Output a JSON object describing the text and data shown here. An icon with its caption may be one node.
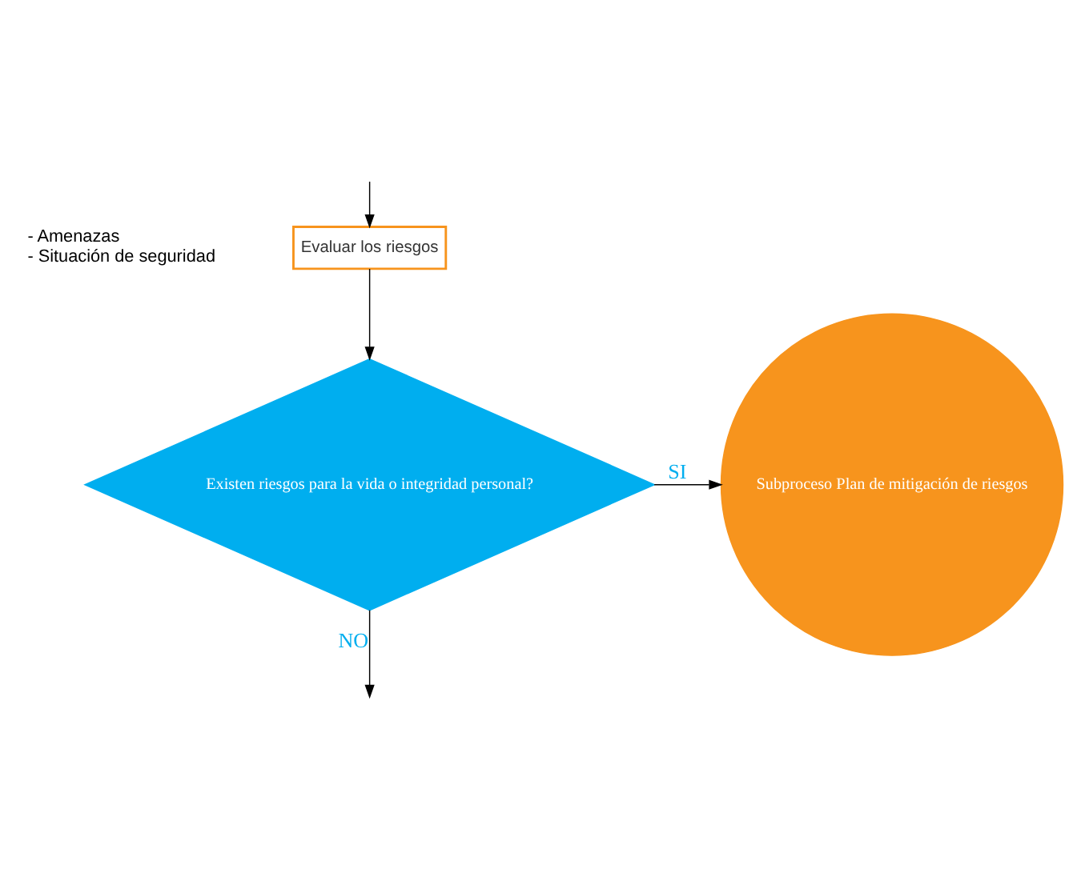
{
  "diagram": {
    "nodes": [
      {
        "text": [
          "Evaluar los riesgos"
        ]
      },
      {
        "text": [
          "Existen riesgos para la vida o integridad personal?"
        ]
      },
      {
        "text": [
          "Subproceso Plan de mitigación de riesgos"
        ]
      }
    ],
    "edges": [
      {
        "from": null,
        "to": 0,
        "arrow": "to"
      },
      {
        "from": 0,
        "to": 1,
        "arrow": "to"
      },
      {
        "from": 1,
        "to": 2,
        "arrow": "to",
        "label": "SI"
      },
      {
        "from": 1,
        "to": null,
        "arrow": "to",
        "label": "NO"
      }
    ],
    "labels": [
      "- Amenazas",
      "- Situación de seguridad"
    ]
  }
}
